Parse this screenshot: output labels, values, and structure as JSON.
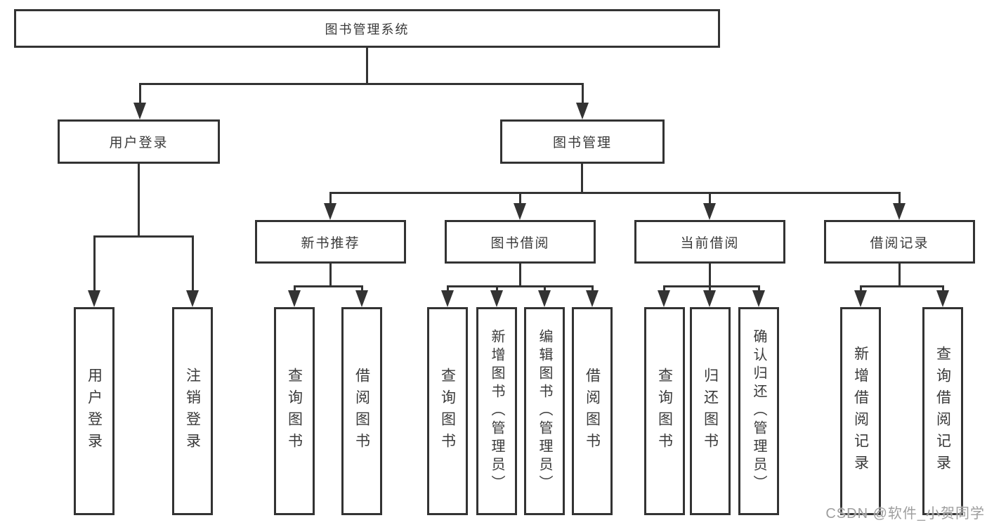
{
  "tree": {
    "label": "图书管理系统",
    "children": [
      {
        "label": "用户登录",
        "children": [
          {
            "label": "用户登录"
          },
          {
            "label": "注销登录"
          }
        ]
      },
      {
        "label": "图书管理",
        "children": [
          {
            "label": "新书推荐",
            "children": [
              {
                "label": "查询图书"
              },
              {
                "label": "借阅图书"
              }
            ]
          },
          {
            "label": "图书借阅",
            "children": [
              {
                "label": "查询图书"
              },
              {
                "label": "新增图书（管理员）"
              },
              {
                "label": "编辑图书（管理员）"
              },
              {
                "label": "借阅图书"
              }
            ]
          },
          {
            "label": "当前借阅",
            "children": [
              {
                "label": "查询图书"
              },
              {
                "label": "归还图书"
              },
              {
                "label": "确认归还（管理员）"
              }
            ]
          },
          {
            "label": "借阅记录",
            "children": [
              {
                "label": "新增借阅记录"
              },
              {
                "label": "查询借阅记录"
              }
            ]
          }
        ]
      }
    ]
  },
  "watermark": {
    "text": "CSDN @软件_小贺同学"
  },
  "colors": {
    "line": "#333333",
    "text": "#3a3a3a",
    "watermark": "#9e9e9e",
    "background": "#ffffff"
  }
}
